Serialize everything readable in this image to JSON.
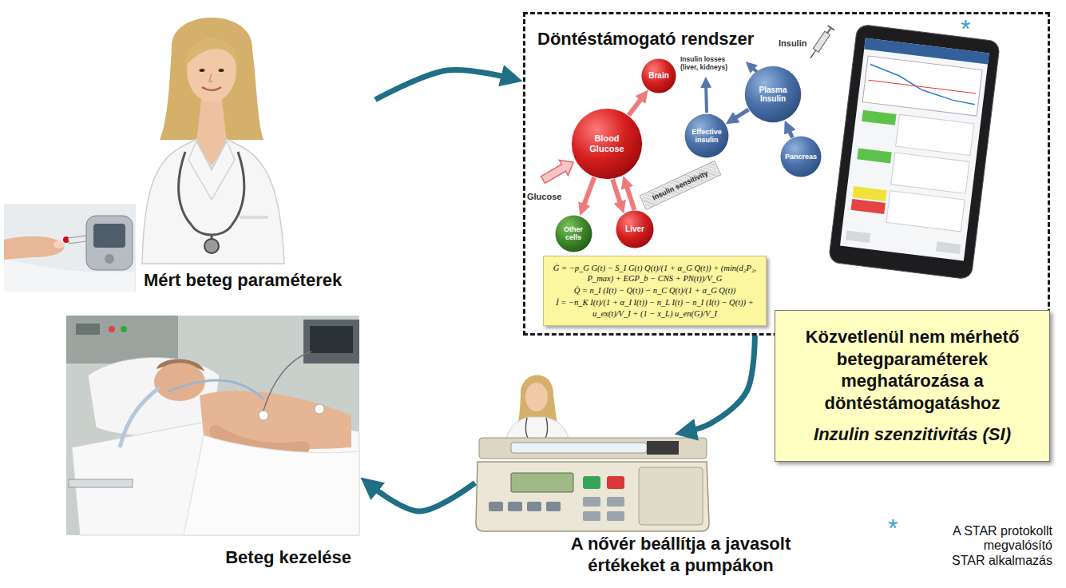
{
  "diagram": {
    "nodes": [
      {
        "text": [
          "Mért beteg paraméterek"
        ]
      },
      {
        "text": [
          "Döntéstámogató rendszer"
        ]
      },
      {
        "text": [
          "Brain"
        ],
        "in": 1
      },
      {
        "text": [
          "Blood Glucose"
        ],
        "in": 1
      },
      {
        "text": [
          "Effective insulin"
        ],
        "in": 1
      },
      {
        "text": [
          "Plasma Insulin"
        ],
        "in": 1
      },
      {
        "text": [
          "Pancreas"
        ],
        "in": 1
      },
      {
        "text": [
          "Insulin sensitivity"
        ],
        "in": 1
      },
      {
        "text": [
          "Liver"
        ],
        "in": 1
      },
      {
        "text": [
          "Other cells"
        ],
        "in": 1
      },
      {
        "text": [
          "Ġ = −p_G G(t) − S_I G(t) Q(t)/(1 + α_G Q(t)) + (min(d₂P₂, P_max) + EGP_b − CNS + PN(t))/V_G",
          "Q̇ = n_I (I(t) − Q(t)) − n_C Q(t)/(1 + α_G Q(t))",
          "İ = −n_K I(t)/(1 + α_I I(t)) − n_L I(t) − n_I (I(t) − Q(t)) + u_ex(t)/V_I + (1 − x_L) u_en(G)/V_I"
        ],
        "in": 1
      },
      {
        "text": [
          "Közvetlenül nem mérhető betegparaméterek meghatározása a döntéstámogatáshoz",
          "Inzulin szenzitivitás (SI)"
        ]
      },
      {
        "text": [
          "A nővér beállítja a javasolt értékeket a pumpákon"
        ]
      },
      {
        "text": [
          "Beteg kezelése"
        ]
      }
    ],
    "edges": [
      {
        "from": 0,
        "to": 1,
        "arrow": "to"
      },
      {
        "from": 1,
        "to": 12,
        "arrow": "to"
      },
      {
        "from": 12,
        "to": 13,
        "arrow": "to"
      },
      {
        "from": 3,
        "to": 2,
        "arrow": "to"
      },
      {
        "from": 3,
        "to": 8,
        "arrow": "to"
      },
      {
        "from": 8,
        "to": 3,
        "arrow": "to"
      },
      {
        "from": 3,
        "to": 9,
        "arrow": "to"
      },
      {
        "from": 6,
        "to": 5,
        "arrow": "to"
      },
      {
        "from": 5,
        "to": 4,
        "arrow": "to"
      }
    ],
    "labels": [
      "Glucose",
      "Insulin",
      "Insulin losses (liver, kidneys)",
      "*",
      "*",
      "A STAR protokollt megvalósító STAR alkalmazás"
    ]
  }
}
